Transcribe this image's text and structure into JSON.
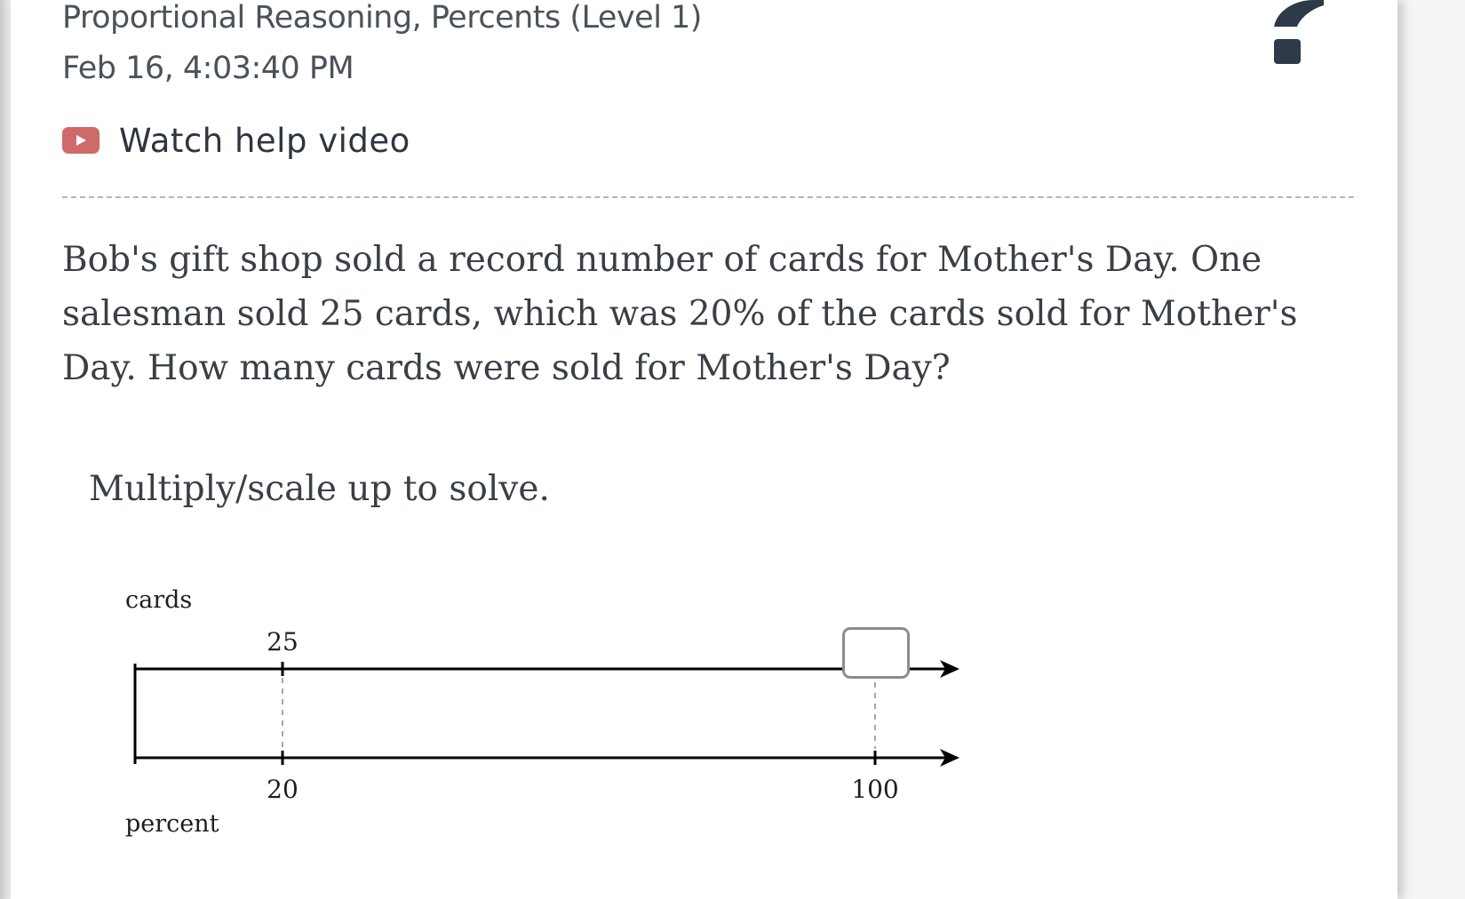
{
  "header": {
    "title": "Proportional Reasoning, Percents (Level 1)",
    "timestamp": "Feb 16, 4:03:40 PM",
    "help_icon": "question-mark-icon"
  },
  "video": {
    "icon": "play-video-icon",
    "label": "Watch help video",
    "icon_color": "#cf6a6a"
  },
  "problem": {
    "question": "Bob's gift shop sold a record number of cards for Mother's Day. One salesman sold 25 cards, which was 20% of the cards sold for Mother's Day. How many cards were sold for Mother's Day?",
    "instruction": "Multiply/scale up to solve."
  },
  "number_line": {
    "top_axis_label": "cards",
    "bottom_axis_label": "percent",
    "top_value": "25",
    "bottom_values": [
      "20",
      "100"
    ],
    "answer_value": ""
  }
}
